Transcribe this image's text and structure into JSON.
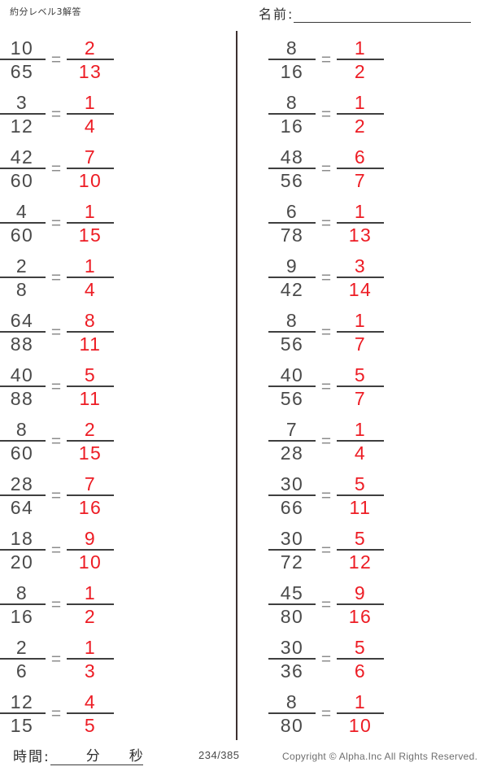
{
  "header": {
    "title": "約分レベル3解答",
    "name_label": "名前:",
    "name_value": ""
  },
  "columns": {
    "left": [
      {
        "q_num": "10",
        "q_den": "65",
        "equals": "=",
        "a_num": "2",
        "a_den": "13"
      },
      {
        "q_num": "3",
        "q_den": "12",
        "equals": "=",
        "a_num": "1",
        "a_den": "4"
      },
      {
        "q_num": "42",
        "q_den": "60",
        "equals": "=",
        "a_num": "7",
        "a_den": "10"
      },
      {
        "q_num": "4",
        "q_den": "60",
        "equals": "=",
        "a_num": "1",
        "a_den": "15"
      },
      {
        "q_num": "2",
        "q_den": "8",
        "equals": "=",
        "a_num": "1",
        "a_den": "4"
      },
      {
        "q_num": "64",
        "q_den": "88",
        "equals": "=",
        "a_num": "8",
        "a_den": "11"
      },
      {
        "q_num": "40",
        "q_den": "88",
        "equals": "=",
        "a_num": "5",
        "a_den": "11"
      },
      {
        "q_num": "8",
        "q_den": "60",
        "equals": "=",
        "a_num": "2",
        "a_den": "15"
      },
      {
        "q_num": "28",
        "q_den": "64",
        "equals": "=",
        "a_num": "7",
        "a_den": "16"
      },
      {
        "q_num": "18",
        "q_den": "20",
        "equals": "=",
        "a_num": "9",
        "a_den": "10"
      },
      {
        "q_num": "8",
        "q_den": "16",
        "equals": "=",
        "a_num": "1",
        "a_den": "2"
      },
      {
        "q_num": "2",
        "q_den": "6",
        "equals": "=",
        "a_num": "1",
        "a_den": "3"
      },
      {
        "q_num": "12",
        "q_den": "15",
        "equals": "=",
        "a_num": "4",
        "a_den": "5"
      }
    ],
    "right": [
      {
        "q_num": "8",
        "q_den": "16",
        "equals": "=",
        "a_num": "1",
        "a_den": "2"
      },
      {
        "q_num": "8",
        "q_den": "16",
        "equals": "=",
        "a_num": "1",
        "a_den": "2"
      },
      {
        "q_num": "48",
        "q_den": "56",
        "equals": "=",
        "a_num": "6",
        "a_den": "7"
      },
      {
        "q_num": "6",
        "q_den": "78",
        "equals": "=",
        "a_num": "1",
        "a_den": "13"
      },
      {
        "q_num": "9",
        "q_den": "42",
        "equals": "=",
        "a_num": "3",
        "a_den": "14"
      },
      {
        "q_num": "8",
        "q_den": "56",
        "equals": "=",
        "a_num": "1",
        "a_den": "7"
      },
      {
        "q_num": "40",
        "q_den": "56",
        "equals": "=",
        "a_num": "5",
        "a_den": "7"
      },
      {
        "q_num": "7",
        "q_den": "28",
        "equals": "=",
        "a_num": "1",
        "a_den": "4"
      },
      {
        "q_num": "30",
        "q_den": "66",
        "equals": "=",
        "a_num": "5",
        "a_den": "11"
      },
      {
        "q_num": "30",
        "q_den": "72",
        "equals": "=",
        "a_num": "5",
        "a_den": "12"
      },
      {
        "q_num": "45",
        "q_den": "80",
        "equals": "=",
        "a_num": "9",
        "a_den": "16"
      },
      {
        "q_num": "30",
        "q_den": "36",
        "equals": "=",
        "a_num": "5",
        "a_den": "6"
      },
      {
        "q_num": "8",
        "q_den": "80",
        "equals": "=",
        "a_num": "1",
        "a_den": "10"
      }
    ]
  },
  "footer": {
    "time_label": "時間:",
    "time_minutes_unit": "分",
    "time_seconds_unit": "秒",
    "time_minutes_value": "",
    "time_seconds_value": "",
    "page_number": "234/385",
    "copyright": "Copyright ©  Alpha.Inc All Rights Reserved."
  },
  "colors": {
    "answer_red": "#ed1c24",
    "question_gray": "#4a4a4a",
    "rule": "#3f3f3f"
  }
}
